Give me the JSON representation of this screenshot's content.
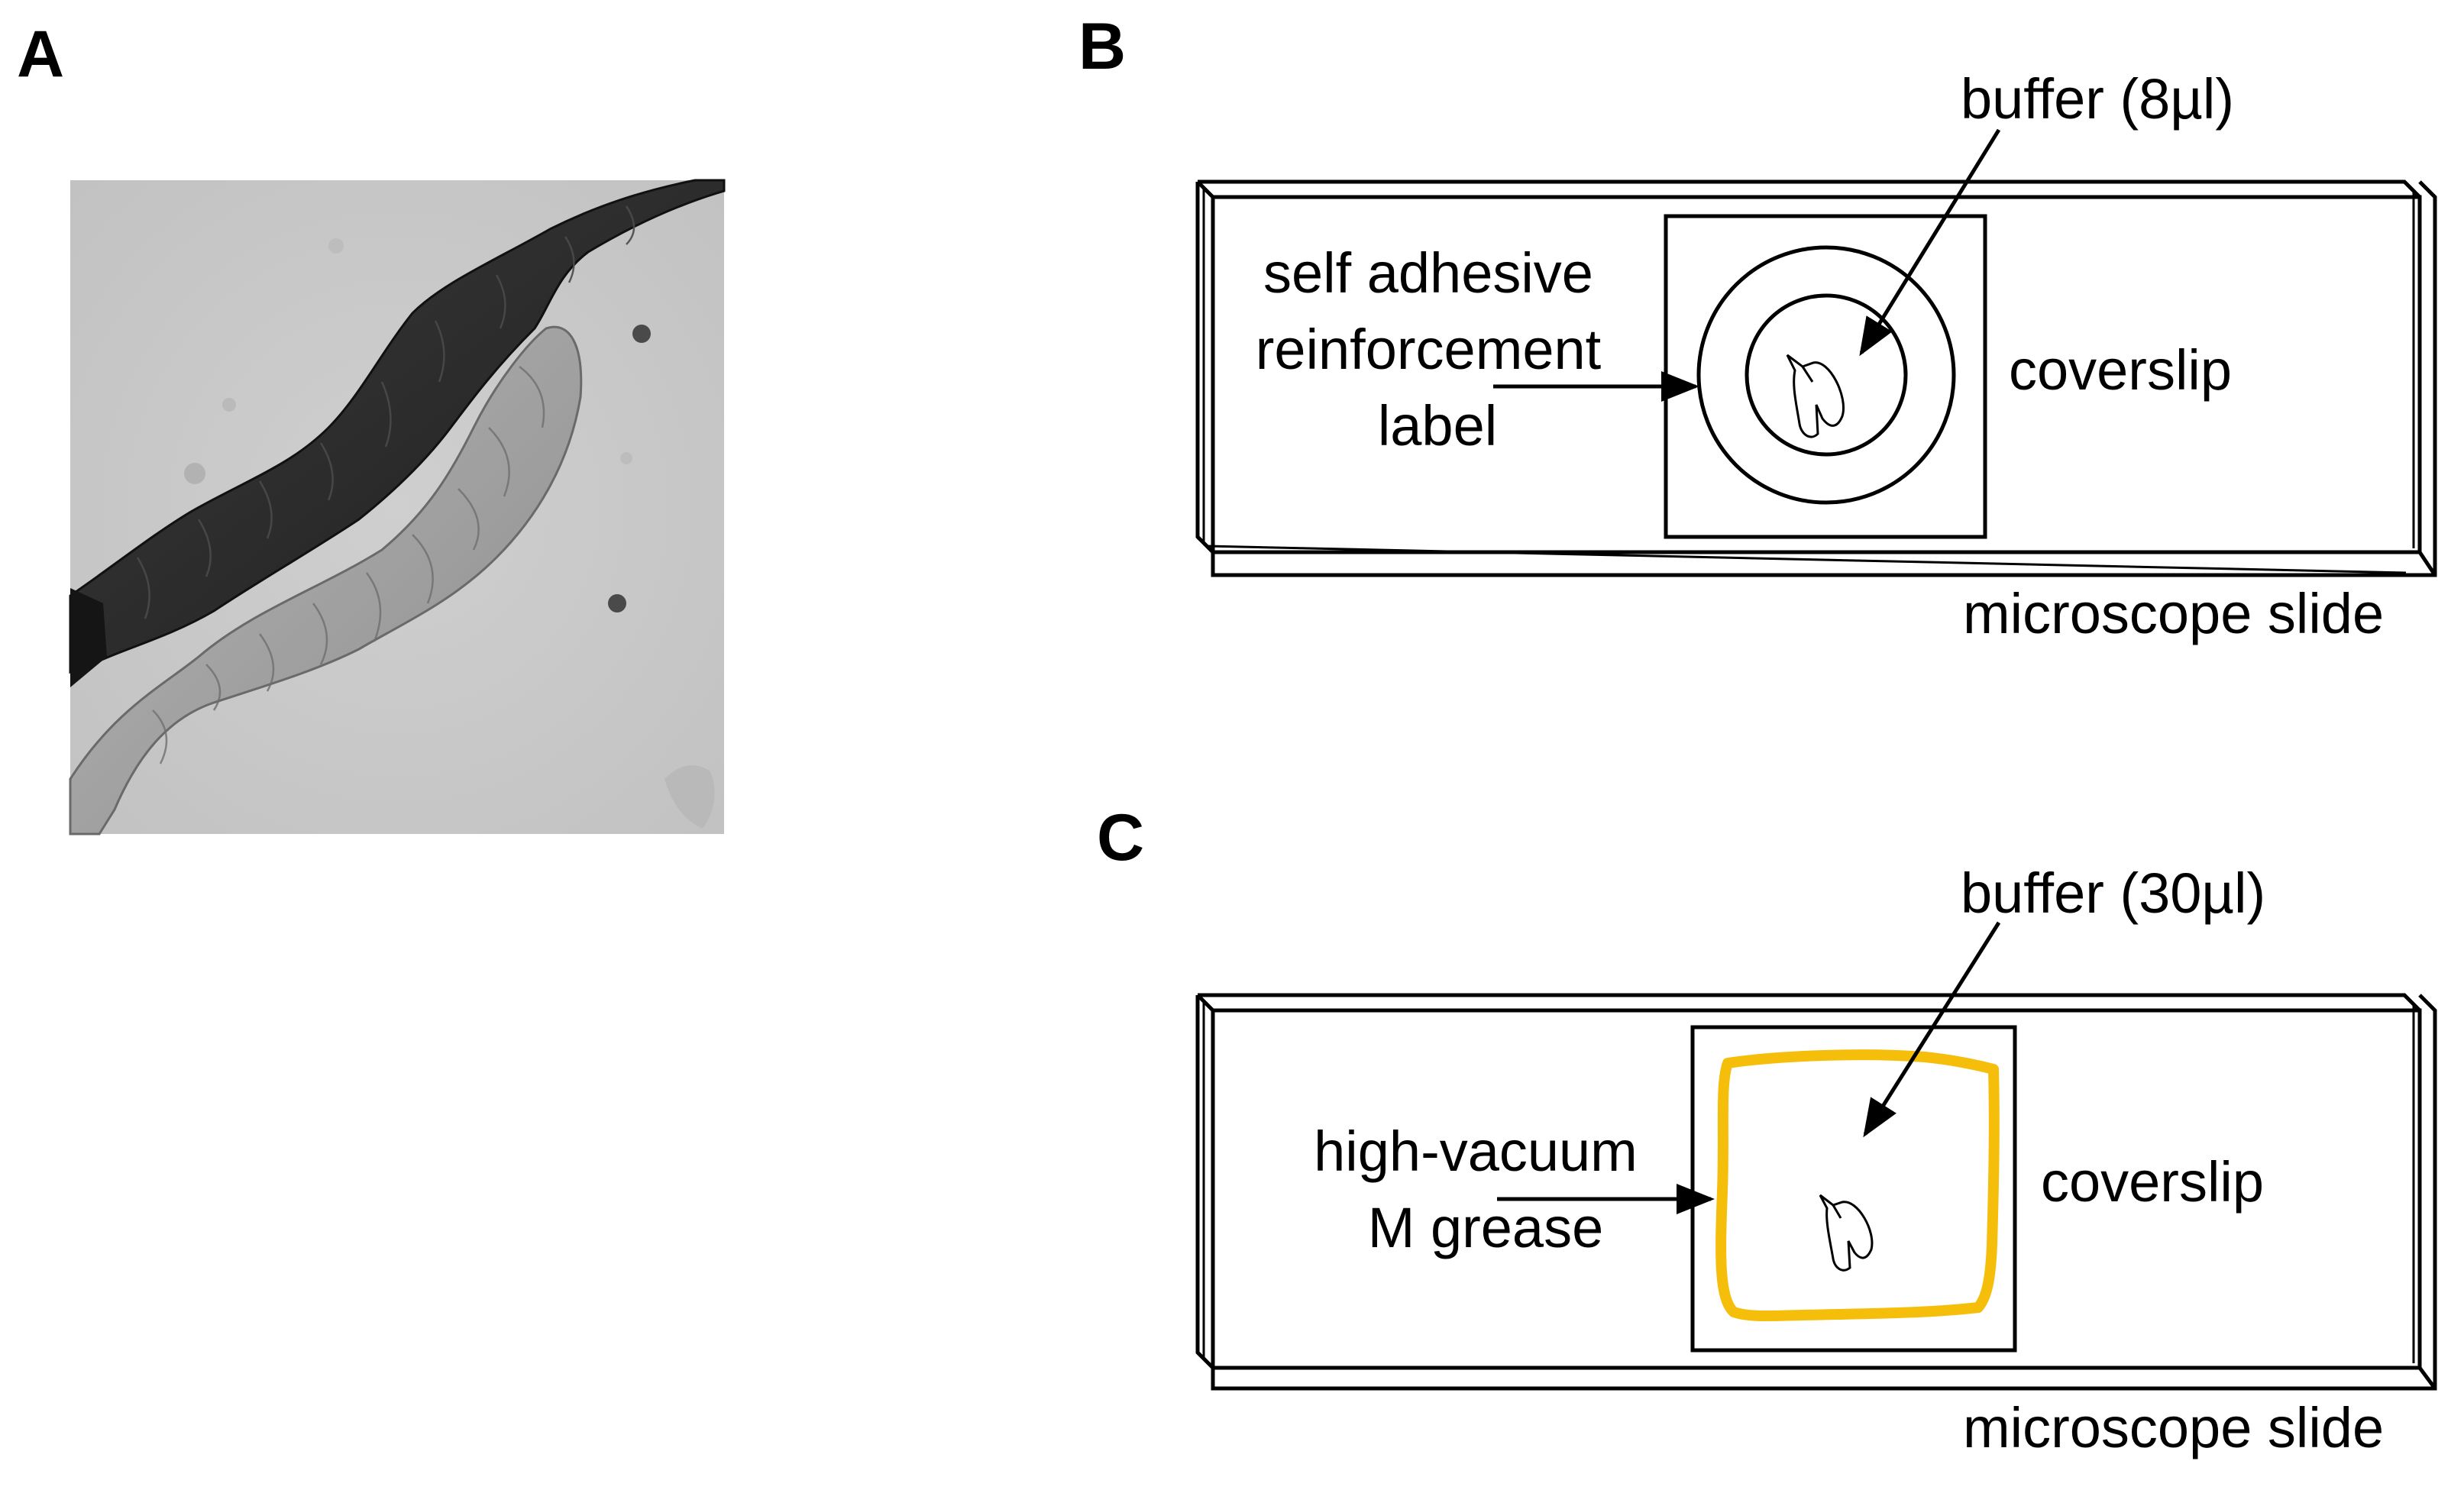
{
  "panels": {
    "a": {
      "letter": "A"
    },
    "b": {
      "letter": "B",
      "buffer_label": "buffer (8µl)",
      "label_lines": [
        "self adhesive",
        "reinforcement",
        "label"
      ],
      "coverslip_label": "coverslip",
      "slide_label": "microscope slide"
    },
    "c": {
      "letter": "C",
      "buffer_label": "buffer (30µl)",
      "grease_lines": [
        "high-vacuum",
        "M grease"
      ],
      "coverslip_label": "coverslip",
      "slide_label": "microscope slide"
    }
  },
  "colors": {
    "grease": "#F5BE0B",
    "ink": "#000000",
    "micrograph_bg": "#C9C9C9"
  }
}
